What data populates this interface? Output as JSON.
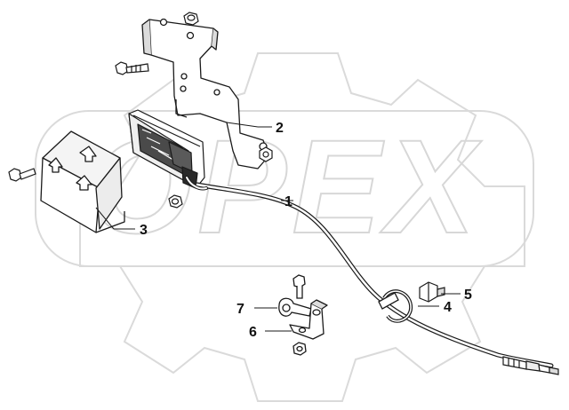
{
  "watermark": {
    "text": "OPEX",
    "color": "#d9d9d9"
  },
  "colors": {
    "line": "#1a1a1a",
    "part_fill": "#ffffff",
    "shade": "#cfcfcf"
  },
  "callouts": [
    {
      "id": "1",
      "label": "1",
      "part": "sensor-cable"
    },
    {
      "id": "2",
      "label": "2",
      "part": "mounting-bracket"
    },
    {
      "id": "3",
      "label": "3",
      "part": "protective-cover"
    },
    {
      "id": "4",
      "label": "4",
      "part": "cable-clamp"
    },
    {
      "id": "5",
      "label": "5",
      "part": "clip-fastener"
    },
    {
      "id": "6",
      "label": "6",
      "part": "clamp-bracket"
    },
    {
      "id": "7",
      "label": "7",
      "part": "p-clip"
    }
  ]
}
